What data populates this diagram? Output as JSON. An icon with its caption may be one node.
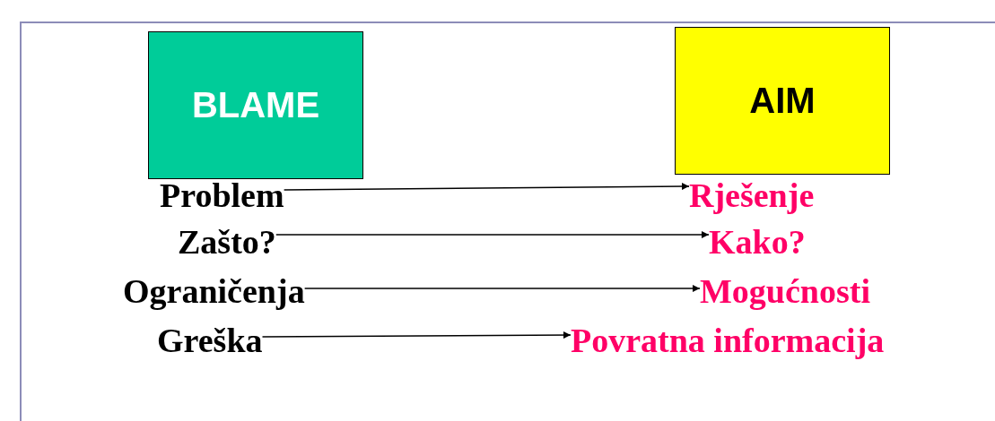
{
  "diagram": {
    "nodes": [
      {
        "text": [
          "BLAME"
        ]
      },
      {
        "text": [
          "AIM"
        ]
      },
      {
        "text": [
          "Problem"
        ]
      },
      {
        "text": [
          "Rješenje"
        ]
      },
      {
        "text": [
          "Zašto?"
        ]
      },
      {
        "text": [
          "Kako?"
        ]
      },
      {
        "text": [
          "Ograničenja"
        ]
      },
      {
        "text": [
          "Mogućnosti"
        ]
      },
      {
        "text": [
          "Greška"
        ]
      },
      {
        "text": [
          "Povratna informacija"
        ]
      }
    ],
    "edges": [
      {
        "from": 2,
        "to": 3,
        "arrow": "to"
      },
      {
        "from": 4,
        "to": 5,
        "arrow": "to"
      },
      {
        "from": 6,
        "to": 7,
        "arrow": "to"
      },
      {
        "from": 8,
        "to": 9,
        "arrow": "to"
      }
    ]
  }
}
